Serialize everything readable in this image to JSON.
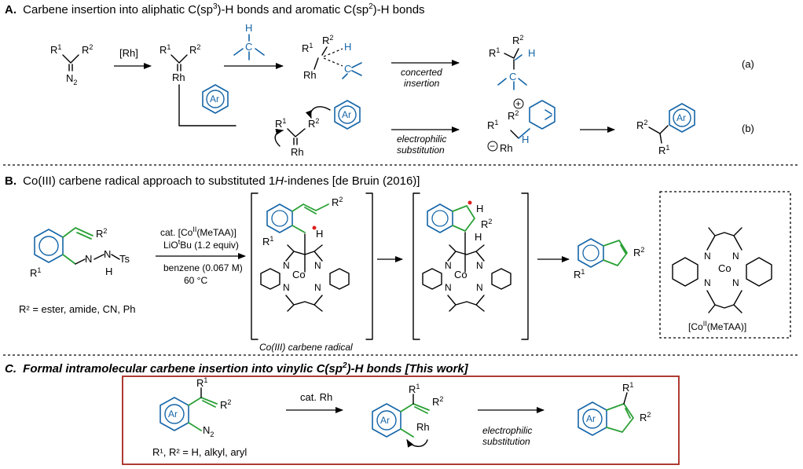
{
  "sections": {
    "a": {
      "letter": "A.",
      "title_pre": "Carbene insertion into aliphatic C(sp",
      "sup1": "3",
      "title_mid": ")-H bonds and aromatic C(sp",
      "sup2": "2",
      "title_post": ")-H bonds",
      "catalyst": "[Rh]",
      "arrow_a_top": "concerted",
      "arrow_a_bottom": "insertion",
      "arrow_b_top": "electrophilic",
      "arrow_b_bottom": "substitution",
      "label_a": "(a)",
      "label_b": "(b)",
      "ar": "Ar",
      "R1": "R",
      "R2": "R",
      "sup_1": "1",
      "sup_2": "2",
      "N2": "N",
      "N2_sub": "2",
      "Rh": "Rh",
      "H": "H",
      "C": "C"
    },
    "b": {
      "letter": "B.",
      "title_pre": "Co(III) carbene radical approach to substituted 1",
      "title_it": "H",
      "title_post": "-indenes [de Bruin (2016)]",
      "cond1": "cat. [Co",
      "cond1_sup": "II",
      "cond1_post": "(MeTAA)]",
      "cond2_pre": "LiO",
      "cond2_sup": "t",
      "cond2_post": "Bu (1.2 equiv)",
      "cond3": "benzene (0.067 M)",
      "cond4": "60 °C",
      "scope": "R² = ester, amide, CN, Ph",
      "radical_caption": "Co(III) carbene radical",
      "complex_caption": "[Co",
      "complex_caption_sup": "II",
      "complex_caption_post": "(MeTAA)]",
      "Ts": "Ts",
      "N": "N",
      "Co": "Co"
    },
    "c": {
      "letter": "C.",
      "title": "Formal intramolecular carbene insertion into vinylic C(sp",
      "title_sup": "2",
      "title_post": ")-H bonds [This work]",
      "catalyst": "cat. Rh",
      "arrow_top": "electrophilic",
      "arrow_bottom": "substitution",
      "scope": "R¹, R² = H, alkyl, aryl"
    }
  },
  "colors": {
    "blue": "#1565a8",
    "green": "#2aa036",
    "red": "#e02020",
    "box": "#a5271e"
  }
}
